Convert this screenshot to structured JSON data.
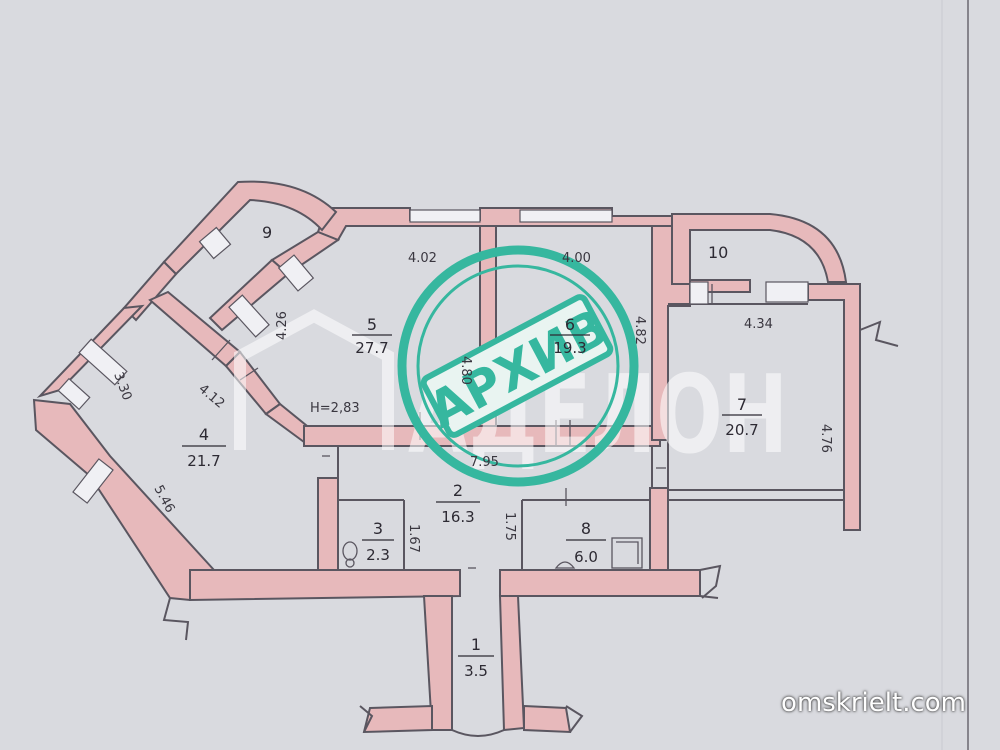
{
  "site": "omskrielt.com",
  "watermark": {
    "brand": "АДЕЛОН",
    "stamp": "АРХИВ"
  },
  "ceiling": "H=2,83",
  "rooms": [
    {
      "number": "1",
      "area": "3.5"
    },
    {
      "number": "2",
      "area": "16.3"
    },
    {
      "number": "3",
      "area": "2.3"
    },
    {
      "number": "4",
      "area": "21.7"
    },
    {
      "number": "5",
      "area": "27.7"
    },
    {
      "number": "6",
      "area": "19.3"
    },
    {
      "number": "7",
      "area": "20.7"
    },
    {
      "number": "8",
      "area": "6.0"
    },
    {
      "number": "9",
      "area": ""
    },
    {
      "number": "10",
      "area": ""
    }
  ],
  "dimensions": {
    "d402": "4.02",
    "d400": "4.00",
    "d434": "4.34",
    "d426": "4.26",
    "d480": "4.80",
    "d482": "4.82",
    "d330": "3.30",
    "d412": "4.12",
    "d476": "4.76",
    "d546": "5.46",
    "d795": "7.95",
    "d167": "1.67",
    "d175": "1.75"
  },
  "colors": {
    "paper": "#d9dadf",
    "wall": "#e7b9bb",
    "ink": "#2d2a33",
    "stamp": "#36b79f"
  }
}
